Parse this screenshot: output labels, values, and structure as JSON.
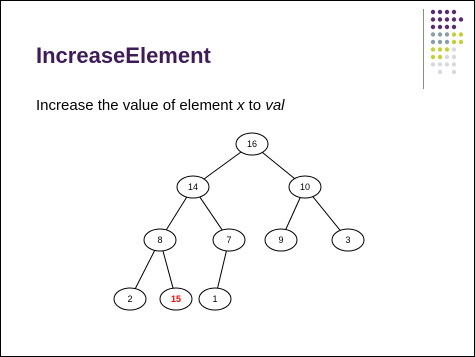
{
  "slide": {
    "title": "IncreaseElement",
    "subtitle_prefix": "Increase the value of element ",
    "subtitle_x": "x",
    "subtitle_mid": " to ",
    "subtitle_val": "val"
  },
  "tree": {
    "highlight_color": "#ff0000",
    "nodes": [
      {
        "id": "n16",
        "label": "16",
        "highlight": false
      },
      {
        "id": "n14",
        "label": "14",
        "highlight": false
      },
      {
        "id": "n10",
        "label": "10",
        "highlight": false
      },
      {
        "id": "n8",
        "label": "8",
        "highlight": false
      },
      {
        "id": "n7",
        "label": "7",
        "highlight": false
      },
      {
        "id": "n9",
        "label": "9",
        "highlight": false
      },
      {
        "id": "n3",
        "label": "3",
        "highlight": false
      },
      {
        "id": "n2",
        "label": "2",
        "highlight": false
      },
      {
        "id": "n15",
        "label": "15",
        "highlight": true
      },
      {
        "id": "n1",
        "label": "1",
        "highlight": false
      }
    ],
    "edges": [
      [
        "n16",
        "n14"
      ],
      [
        "n16",
        "n10"
      ],
      [
        "n14",
        "n8"
      ],
      [
        "n14",
        "n7"
      ],
      [
        "n10",
        "n9"
      ],
      [
        "n10",
        "n3"
      ],
      [
        "n8",
        "n2"
      ],
      [
        "n8",
        "n15"
      ],
      [
        "n7",
        "n1"
      ]
    ]
  },
  "decor": {
    "dot_colors": [
      "#5b2a6e",
      "#8a9ea7",
      "#c5cf3a",
      "#d8d8e0"
    ]
  }
}
